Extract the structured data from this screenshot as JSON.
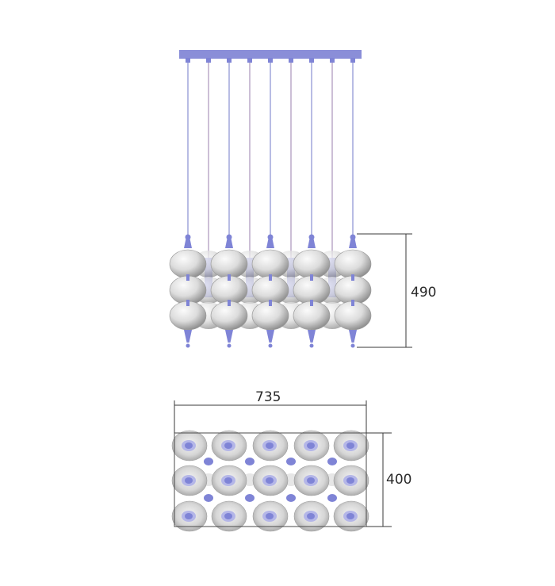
{
  "dimensions": {
    "height_label": "490",
    "width_label": "735",
    "depth_label": "400"
  },
  "colors": {
    "canopy": "#8a8ed8",
    "hardware": "#7f84d6",
    "cable": "#9a9fd8",
    "cable_alt": "#b7a4c4",
    "globe_light": "#fbfbfb",
    "globe_mid": "#d8d8d8",
    "globe_dark": "#8f8f8f",
    "dimension_line": "#3a3a3a",
    "dimension_text": "#2a2a2a"
  },
  "fixture": {
    "cable_count": 9,
    "pendant_columns": 5,
    "globes_per_pendant": 3,
    "plan_rows": 3,
    "plan_columns": 5
  }
}
